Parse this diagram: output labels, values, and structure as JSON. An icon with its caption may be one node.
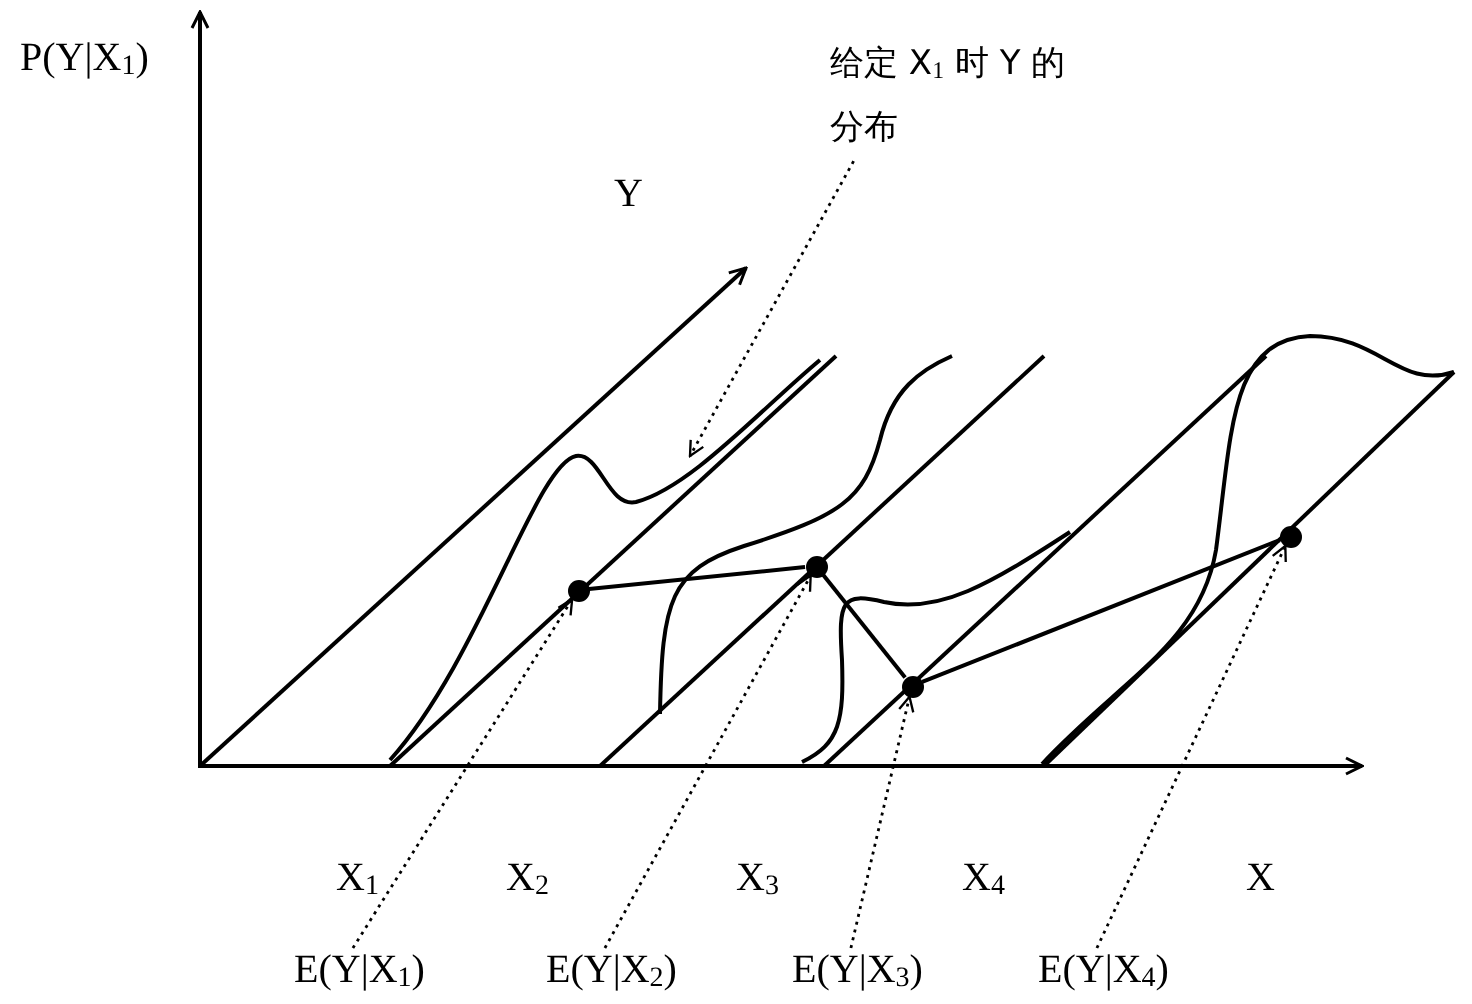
{
  "diagram": {
    "nodes": [
      {
        "text": [
          "给定 X$_{1}$ 时 Y 的分布"
        ]
      },
      {
        "text": [
          "E(Y|X$_{1}$)"
        ]
      },
      {
        "text": [
          "E(Y|X$_{2}$)"
        ]
      },
      {
        "text": [
          "E(Y|X$_{3}$)"
        ]
      },
      {
        "text": [
          "E(Y|X$_{4}$)"
        ]
      },
      {
        "text": [],
        "shape": "circle"
      },
      {
        "text": [],
        "shape": "circle"
      },
      {
        "text": [],
        "shape": "circle"
      },
      {
        "text": [],
        "shape": "circle"
      }
    ],
    "edges": [
      {
        "from": 0,
        "to": null,
        "arrow": "to",
        "style": "dashed"
      },
      {
        "from": 1,
        "to": 5,
        "arrow": "to",
        "style": "dashed"
      },
      {
        "from": 2,
        "to": 6,
        "arrow": "to",
        "style": "dashed"
      },
      {
        "from": 3,
        "to": 7,
        "arrow": "to",
        "style": "dashed"
      },
      {
        "from": 4,
        "to": 8,
        "arrow": "to",
        "style": "dashed"
      },
      {
        "from": 5,
        "to": 6,
        "arrow": "none"
      },
      {
        "from": 6,
        "to": 7,
        "arrow": "none"
      },
      {
        "from": 7,
        "to": 8,
        "arrow": "none"
      }
    ],
    "labels": [
      "P(Y|X$_{1}$)",
      "Y",
      "X$_{1}$",
      "X$_{2}$",
      "X$_{3}$",
      "X$_{4}$",
      "X"
    ]
  }
}
